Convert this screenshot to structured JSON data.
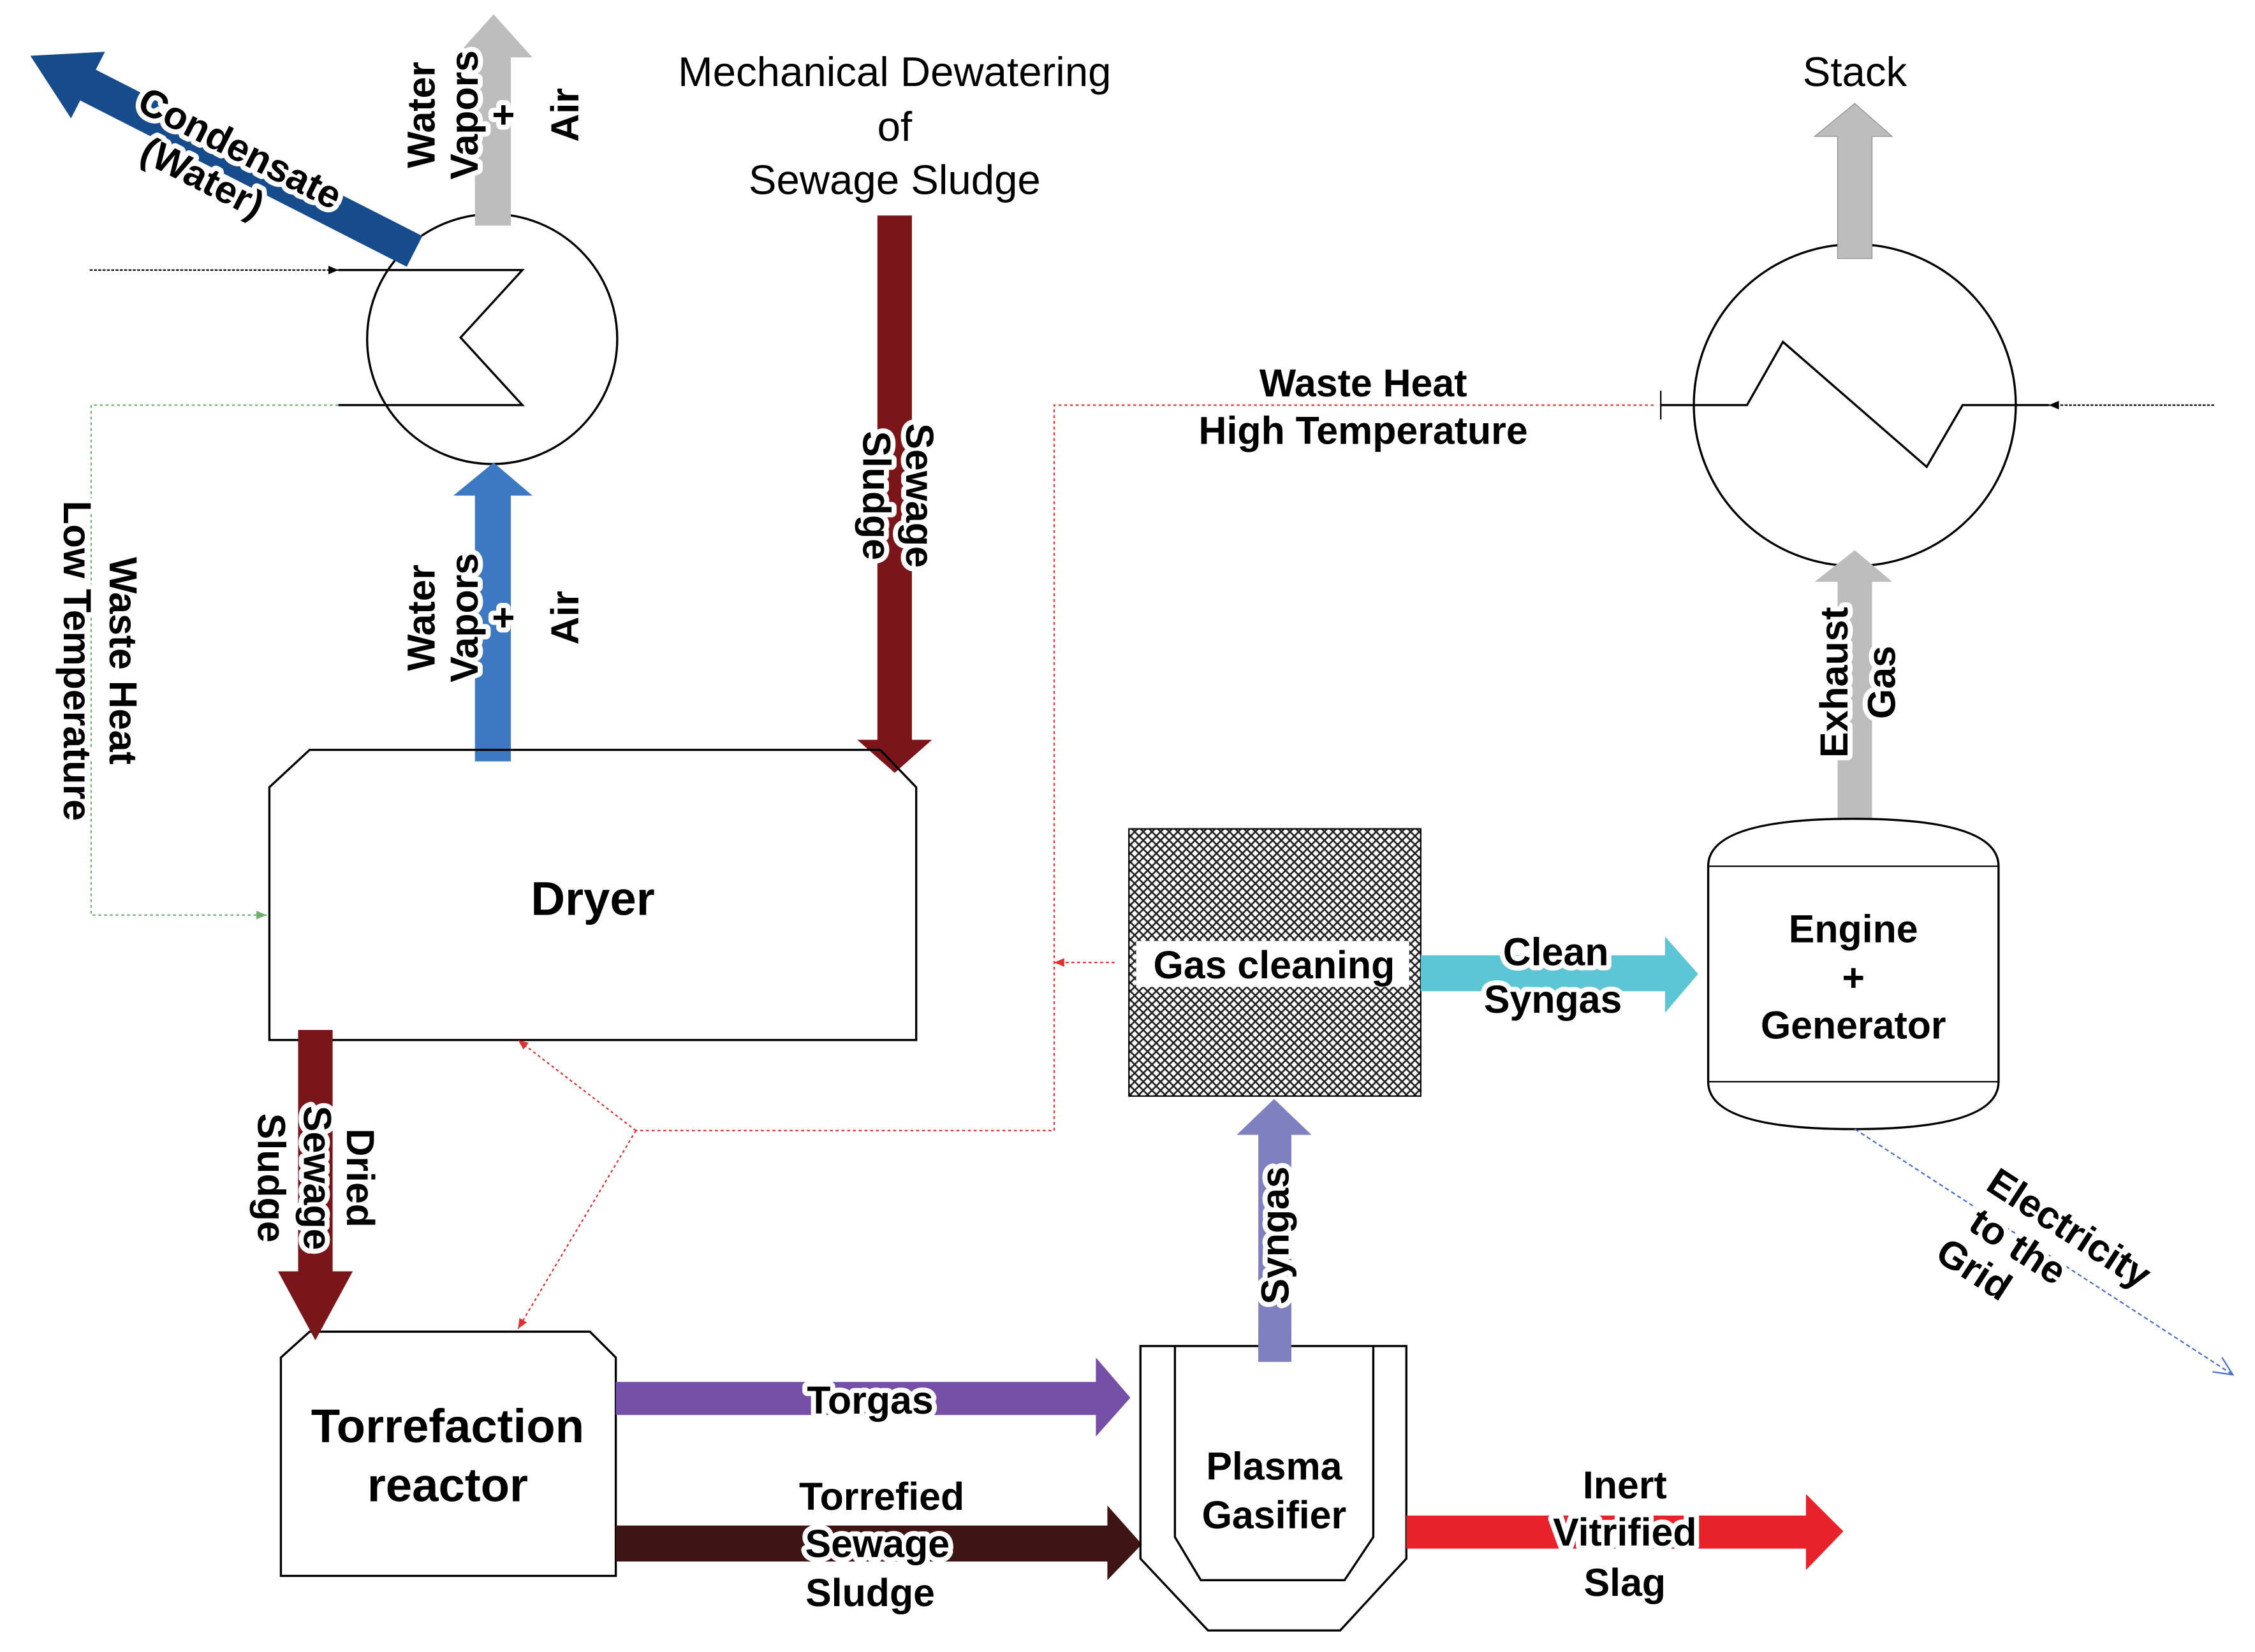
{
  "title_lines": [
    "Mechanical Dewatering",
    "of",
    "Sewage Sludge"
  ],
  "units": {
    "dryer": "Dryer",
    "torrefaction": [
      "Torrefaction",
      "reactor"
    ],
    "gasifier": [
      "Plasma",
      "Gasifier"
    ],
    "gas_cleaning": "Gas cleaning",
    "engine": [
      "Engine",
      "+",
      "Generator"
    ]
  },
  "streams": {
    "condensate": [
      "Condensate",
      "(Water)"
    ],
    "vapors_top": [
      "Water",
      "Vapors",
      "+",
      "Air"
    ],
    "vapors_dryer": [
      "Water",
      "Vapors",
      "+",
      "Air"
    ],
    "sewage_sludge": [
      "Sewage",
      "Sludge"
    ],
    "waste_heat_low": [
      "Waste Heat",
      "Low Temperature"
    ],
    "waste_heat_high": [
      "Waste Heat",
      "High Temperature"
    ],
    "stack": "Stack",
    "exhaust": [
      "Exhaust",
      "Gas"
    ],
    "dried_sludge": [
      "Dried",
      "Sewage",
      "Sludge"
    ],
    "torgas": "Torgas",
    "torrefied": [
      "Torrefied",
      "Sewage",
      "Sludge"
    ],
    "syngas": "Syngas",
    "clean_syngas": [
      "Clean",
      "Syngas"
    ],
    "slag": [
      "Inert",
      "Vitrified",
      "Slag"
    ],
    "electricity": [
      "Electricity",
      "to the",
      "Grid"
    ]
  },
  "colors": {
    "condensate": "#164C8C",
    "vapors_gray": "#BDBDBD",
    "vapors_blue": "#3D79C2",
    "sludge": "#7A1619",
    "dark_sludge": "#3E1414",
    "torgas": "#7650A6",
    "syngas": "#7E80C0",
    "clean_syngas": "#5CC6D6",
    "slag": "#E8222A",
    "heat_high": "#E03030",
    "heat_low": "#6DB06D",
    "electricity": "#4A6FC8"
  }
}
